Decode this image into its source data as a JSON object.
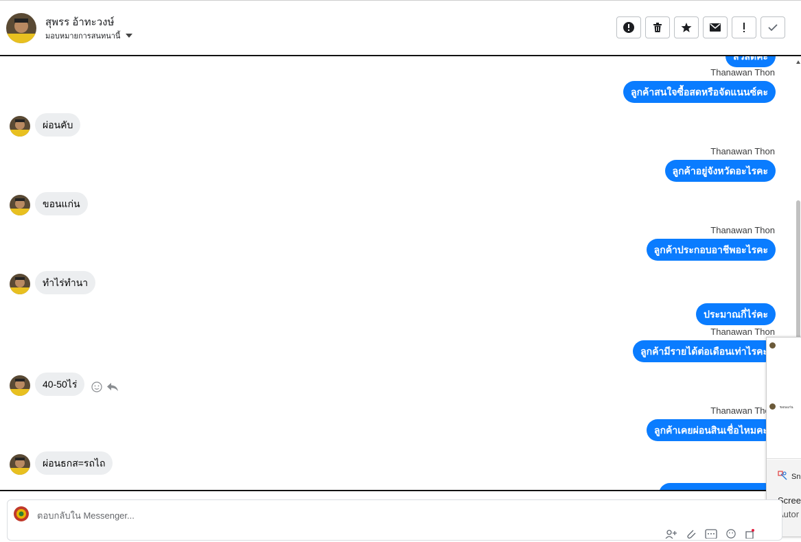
{
  "header": {
    "contact_name": "สุพรร อ้าทะวงษ์",
    "assign_label": "มอบหมายการสนทนานี้"
  },
  "toolbar": {
    "buttons": [
      {
        "icon": "alert-circle-icon"
      },
      {
        "icon": "trash-icon"
      },
      {
        "icon": "star-icon"
      },
      {
        "icon": "envelope-icon"
      },
      {
        "icon": "exclamation-icon"
      },
      {
        "icon": "check-icon"
      }
    ]
  },
  "messages": [
    {
      "dir": "out",
      "text": "สวัสดีค่ะ"
    },
    {
      "dir": "out",
      "sender": "Thanawan Thon",
      "text": "ลูกค้าสนใจซื้อสดหรือจัดแนนซ์คะ"
    },
    {
      "dir": "in",
      "text": "ผ่อนคับ"
    },
    {
      "dir": "out",
      "sender": "Thanawan Thon",
      "text": "ลูกค้าอยู่จังหวัดอะไรคะ"
    },
    {
      "dir": "in",
      "text": "ขอนแก่น"
    },
    {
      "dir": "out",
      "sender": "Thanawan Thon",
      "text": "ลูกค้าประกอบอาชีพอะไรคะ"
    },
    {
      "dir": "in",
      "text": "ทำไร่ทำนา"
    },
    {
      "dir": "out",
      "text": "ประมาณกี่ไร่คะ"
    },
    {
      "dir": "out",
      "sender": "Thanawan Thon",
      "text": "ลูกค้ามีรายได้ต่อเดือนเท่าไรคะ"
    },
    {
      "dir": "in",
      "text": "40-50ไร่"
    },
    {
      "dir": "out",
      "sender": "Thanawan Thon",
      "text": "ลูกค้าเคยผ่อนสินเชื่อไหมคะ"
    },
    {
      "dir": "in",
      "text": "ผ่อนธกส=รถไถ"
    }
  ],
  "overlay": {
    "preview_text": "ขอนแก่น",
    "app_label": "Sn",
    "line1": "Scree",
    "line2": "Autor"
  },
  "composer": {
    "placeholder": "ตอบกลับใน Messenger..."
  },
  "colors": {
    "outgoing_bubble": "#0a7cff",
    "incoming_bubble": "#eceef0"
  }
}
